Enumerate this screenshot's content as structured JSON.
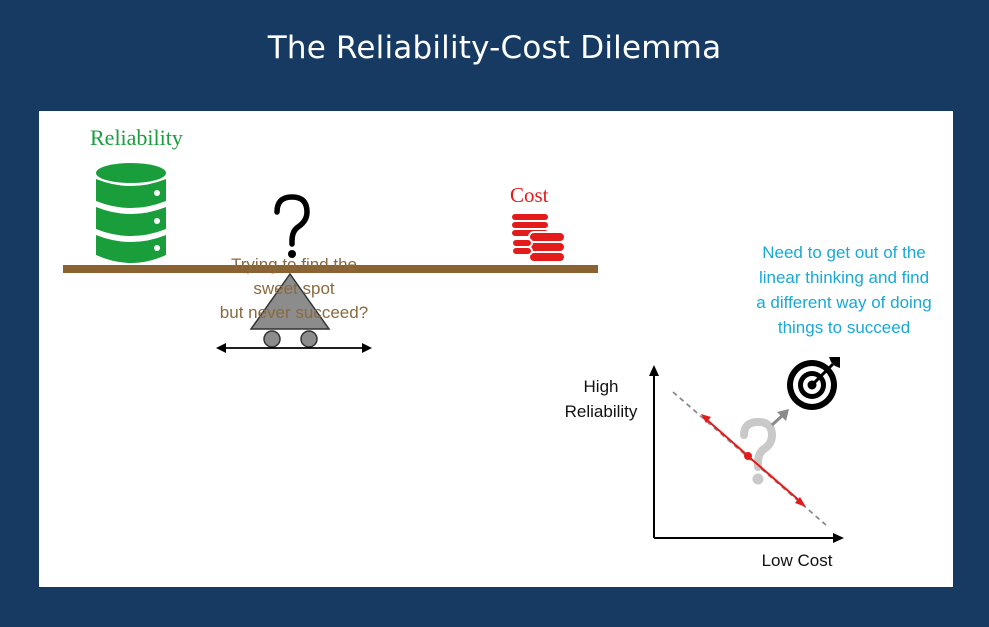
{
  "slide": {
    "title": "The Reliability-Cost Dilemma"
  },
  "seesaw": {
    "left_label": "Reliability",
    "right_label": "Cost",
    "caption_line1": "Trying to find the sweet spot",
    "caption_line2": "but never succeed?"
  },
  "graph": {
    "y_label_line1": "High",
    "y_label_line2": "Reliability",
    "x_label": "Low Cost",
    "advice_line1": "Need to get out of the",
    "advice_line2": "linear thinking and find",
    "advice_line3": "a different way of doing",
    "advice_line4": "things to succeed"
  },
  "icons": {
    "left": "database-icon",
    "right": "coins-icon",
    "pivot": "question-mark-icon",
    "target": "target-icon"
  },
  "colors": {
    "background": "#173a63",
    "reliability": "#1a9e3c",
    "cost": "#e31b1b",
    "beam": "#8b6333",
    "caption": "#8a6a3c",
    "advice": "#19a8d8"
  }
}
